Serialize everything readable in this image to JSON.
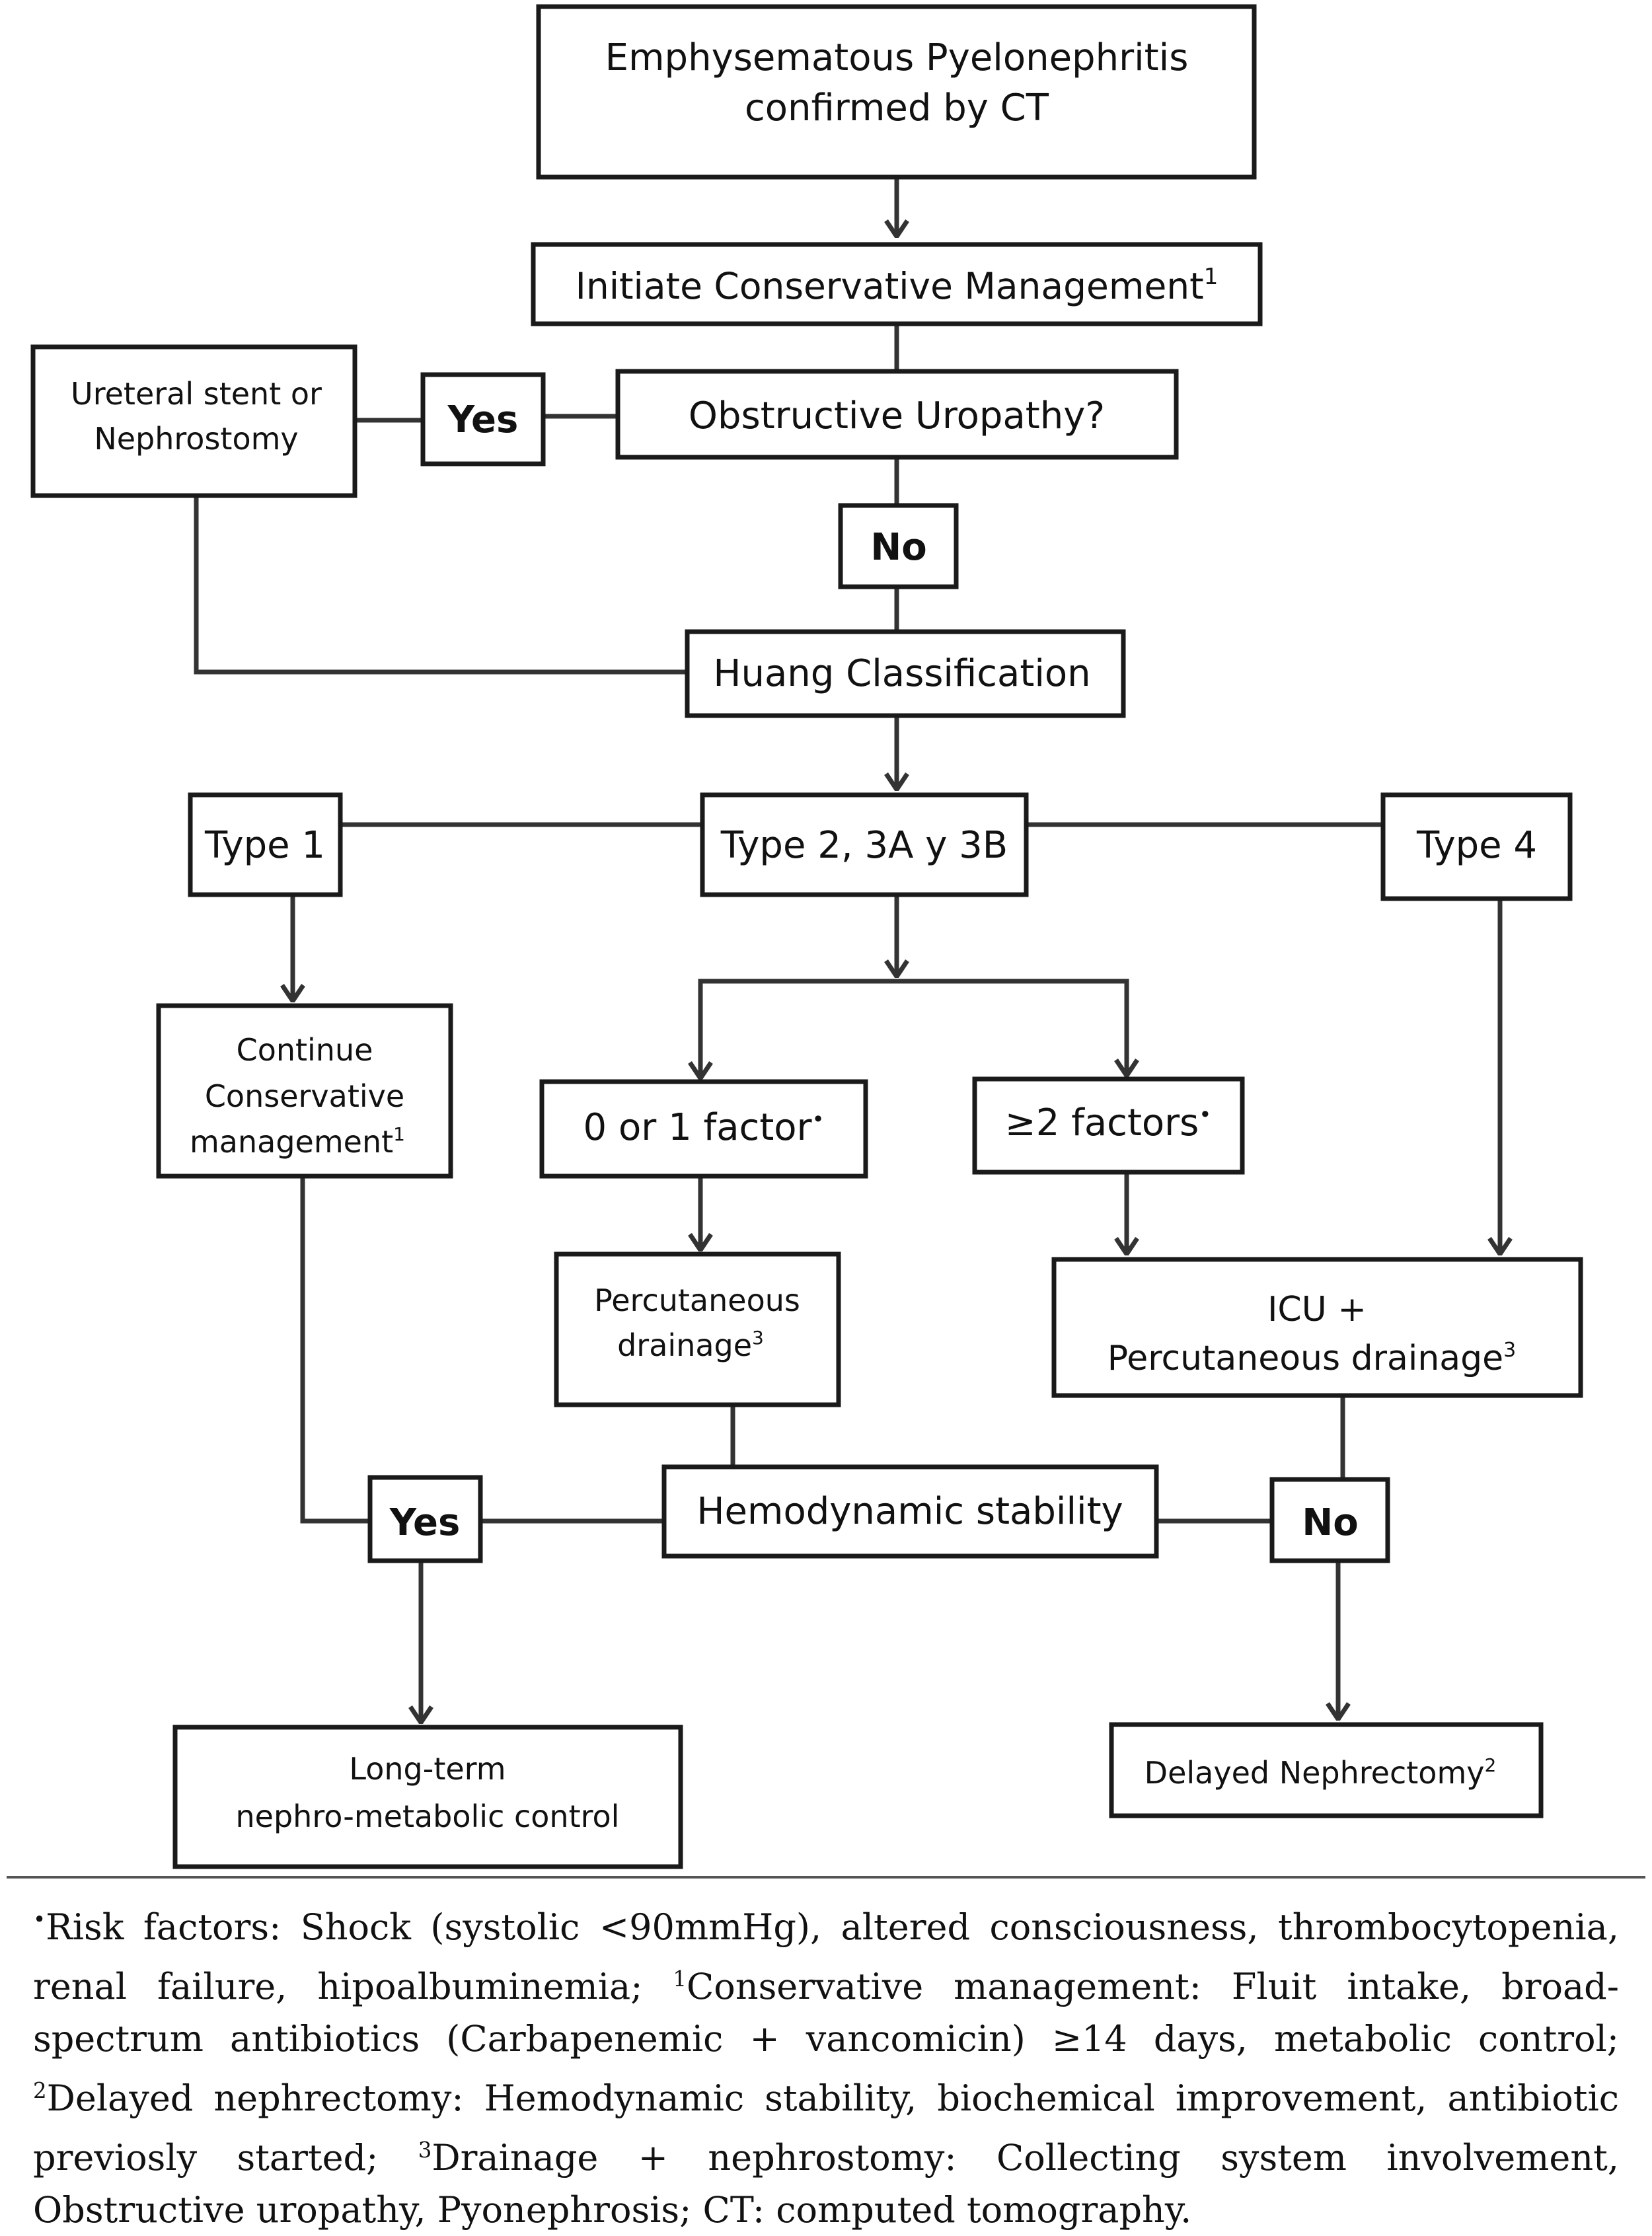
{
  "nodes": {
    "ep_confirmed": [
      "Emphysematous Pyelonephritis",
      "confirmed by CT"
    ],
    "initiate": "Initiate Conservative Management",
    "initiate_sup": "1",
    "obstructive": "Obstructive Uropathy?",
    "yes_top": "Yes",
    "stent": [
      "Ureteral stent or",
      "Nephrostomy"
    ],
    "no_top": "No",
    "huang": "Huang Classification",
    "type1": "Type 1",
    "type23": "Type 2, 3A y 3B",
    "type4": "Type 4",
    "continue": [
      "Continue",
      "Conservative",
      "management"
    ],
    "continue_sup": "1",
    "factor01": "0  or 1 factor",
    "factor01_sup": "•",
    "factor2": "≥2 factors",
    "factor2_sup": "•",
    "perc": [
      "Percutaneous",
      "drainage"
    ],
    "perc_sup": "3",
    "icu": [
      "ICU +",
      "Percutaneous drainage"
    ],
    "icu_sup": "3",
    "hemo": "Hemodynamic stability",
    "yes_bottom": "Yes",
    "no_bottom": "No",
    "longterm": [
      "Long-term",
      "nephro-metabolic control"
    ],
    "delayed": "Delayed Nephrectomy",
    "delayed_sup": "2"
  },
  "footnote": {
    "risk_mark": "•",
    "risk": "Risk factors: Shock (systolic <90mmHg), altered consciousness, thrombocytopenia, renal failure, hipoalbuminemia; ",
    "cons_mark": "1",
    "cons": "Conservative management: Fluit intake, broad-spectrum antibiotics (Carbapenemic + vancomicin) ≥14 days, metabolic control; ",
    "delay_mark": "2",
    "delay": "Delayed nephrectomy: Hemodynamic stability, biochemical improvement, antibiotic previosly started; ",
    "drain_mark": "3",
    "drain": "Drainage + nephrostomy: Collecting system involvement, Obstructive uropathy, Pyonephrosis; CT: computed tomography."
  }
}
